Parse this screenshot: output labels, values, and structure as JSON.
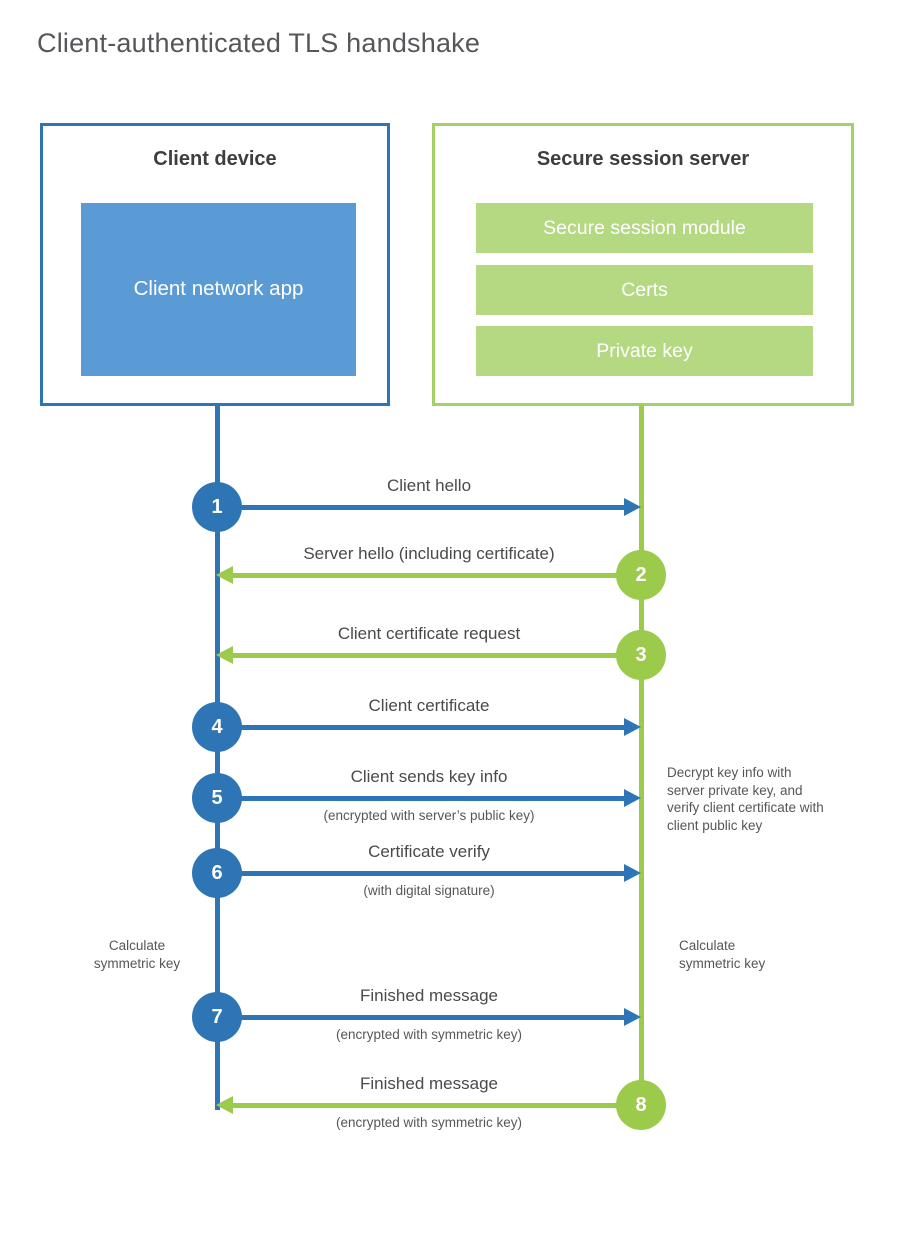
{
  "title": "Client-authenticated TLS handshake",
  "client": {
    "title": "Client device",
    "app_label": "Client network app"
  },
  "server": {
    "title": "Secure session server",
    "modules": [
      "Secure session module",
      "Certs",
      "Private key"
    ]
  },
  "messages": [
    {
      "num": "1",
      "label": "Client hello",
      "sub": "",
      "from": "client",
      "to": "server",
      "direction": "right",
      "color": "blue"
    },
    {
      "num": "2",
      "label": "Server hello (including certificate)",
      "sub": "",
      "from": "server",
      "to": "client",
      "direction": "left",
      "color": "green"
    },
    {
      "num": "3",
      "label": "Client certificate request",
      "sub": "",
      "from": "server",
      "to": "client",
      "direction": "left",
      "color": "green"
    },
    {
      "num": "4",
      "label": "Client certificate",
      "sub": "",
      "from": "client",
      "to": "server",
      "direction": "right",
      "color": "blue"
    },
    {
      "num": "5",
      "label": "Client sends key info",
      "sub": "(encrypted with server’s public key)",
      "from": "client",
      "to": "server",
      "direction": "right",
      "color": "blue"
    },
    {
      "num": "6",
      "label": "Certificate verify",
      "sub": "(with digital signature)",
      "from": "client",
      "to": "server",
      "direction": "right",
      "color": "blue"
    },
    {
      "num": "7",
      "label": "Finished message",
      "sub": "(encrypted with symmetric key)",
      "from": "client",
      "to": "server",
      "direction": "right",
      "color": "blue"
    },
    {
      "num": "8",
      "label": "Finished message",
      "sub": "(encrypted with symmetric key)",
      "from": "server",
      "to": "client",
      "direction": "left",
      "color": "green"
    }
  ],
  "notes": {
    "decrypt": "Decrypt key info with server private key, and verify client certificate with client public key",
    "calculate_left": "Calculate symmetric key",
    "calculate_right": "Calculate symmetric key"
  },
  "colors": {
    "blue": "#2e75b6",
    "blue_light": "#5b9bd5",
    "green": "#9cca4a",
    "green_border": "#a3d166",
    "green_light": "#b5d983"
  }
}
